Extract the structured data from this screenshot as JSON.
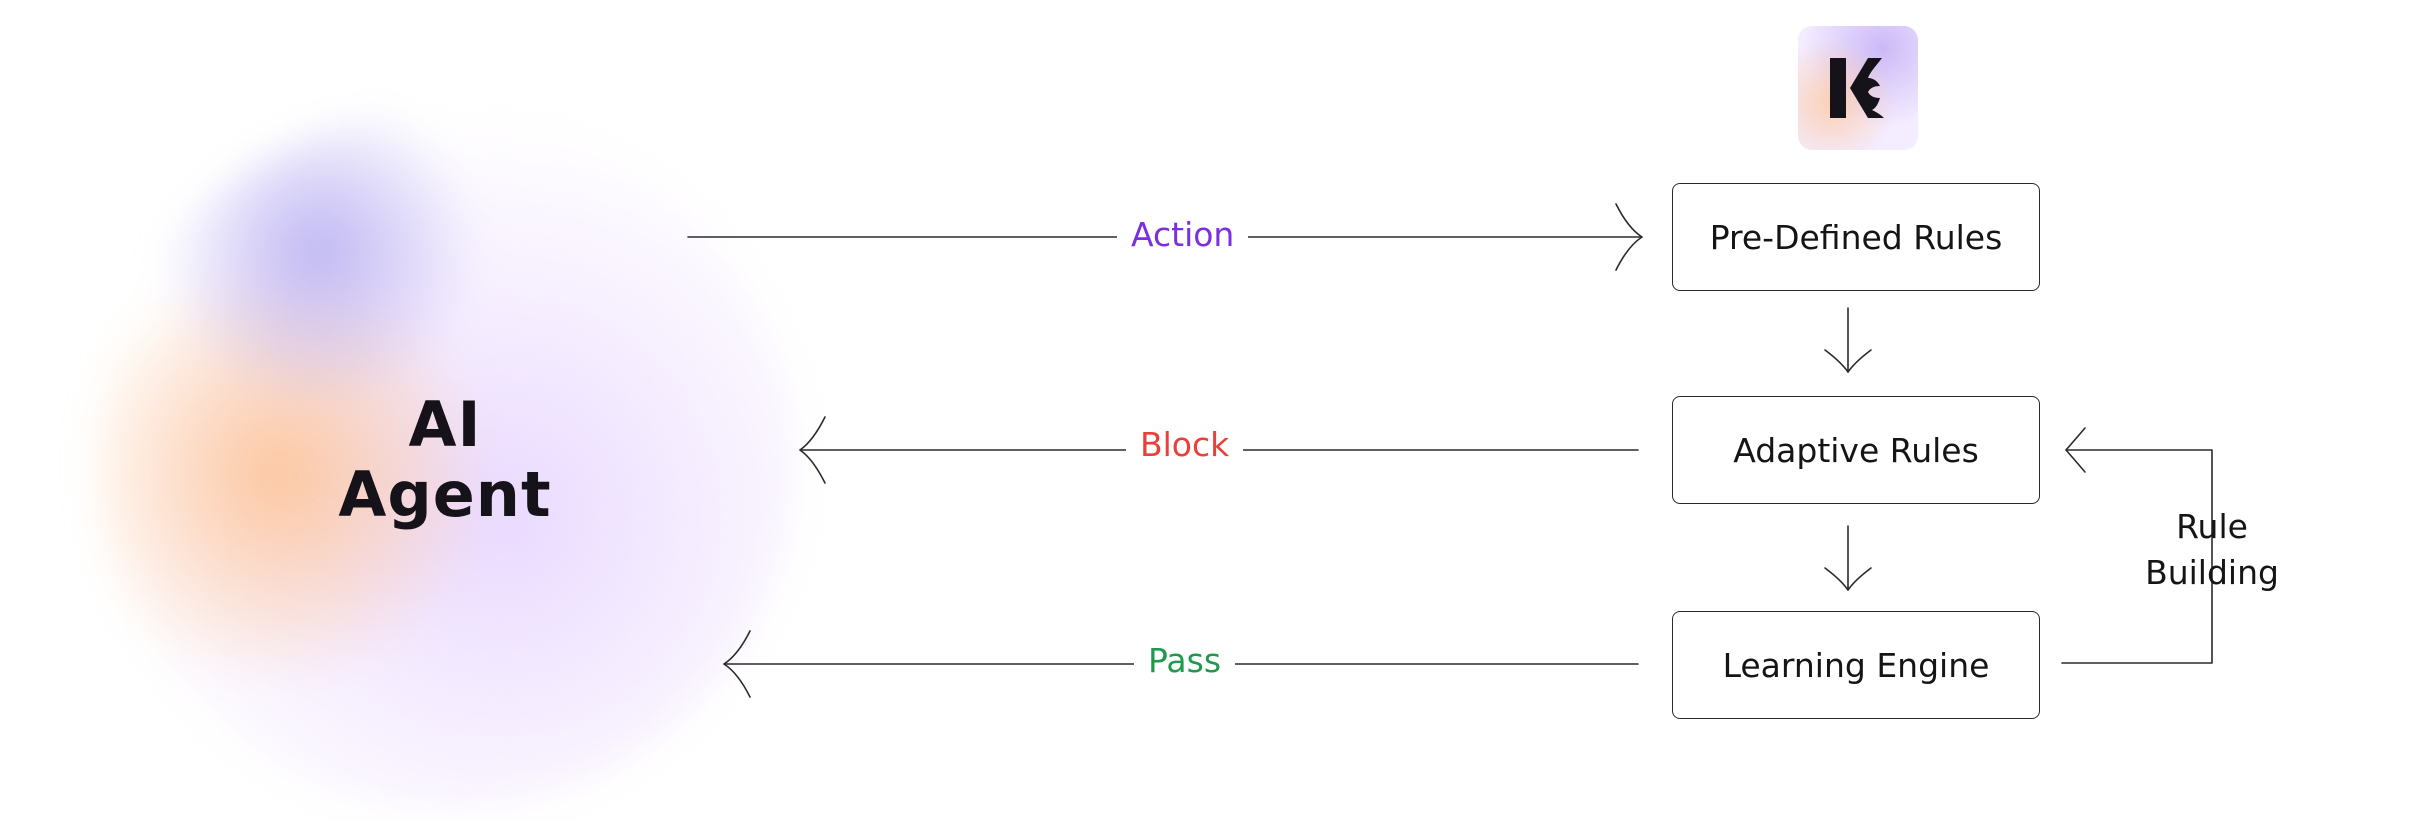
{
  "agent": {
    "line1": "AI",
    "line2": "Agent"
  },
  "logo": {
    "icon": "k-logo-icon",
    "color": "#16121a"
  },
  "nodes": {
    "predefined": "Pre-Defined Rules",
    "adaptive": "Adaptive Rules",
    "learning": "Learning Engine"
  },
  "edges": {
    "action": {
      "label": "Action",
      "color": "#7b2fe0"
    },
    "block": {
      "label": "Block",
      "color": "#e8413c"
    },
    "pass": {
      "label": "Pass",
      "color": "#1f9a4c"
    },
    "rule_building_line1": "Rule",
    "rule_building_line2": "Building"
  }
}
